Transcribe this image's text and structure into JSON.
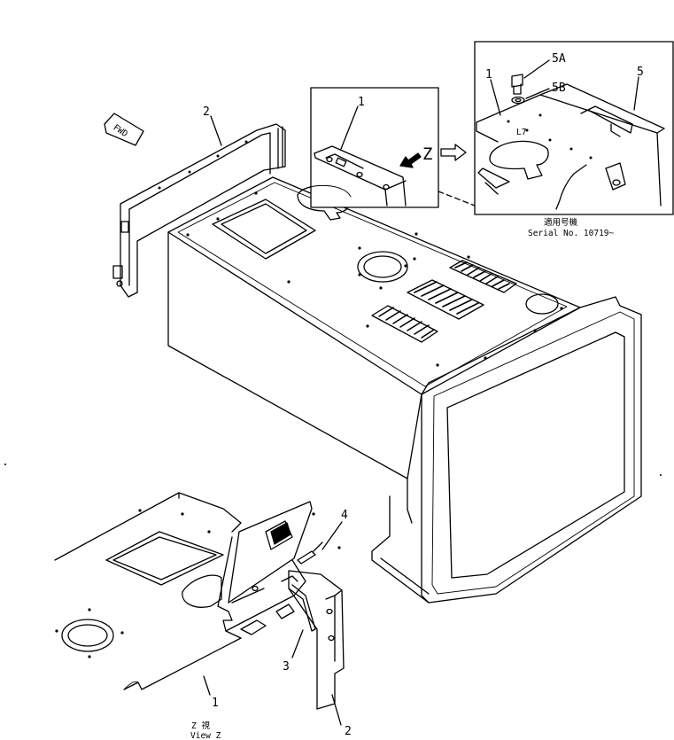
{
  "fwd_label": "FWD",
  "callouts": {
    "c1_top": "1",
    "c2_top": "2",
    "c1_detail": "1",
    "c5": "5",
    "c5a": "5A",
    "c5b": "5B",
    "c1_bottom": "1",
    "c2_bottom": "2",
    "c3": "3",
    "c4": "4"
  },
  "view_marker": "Z",
  "detail": {
    "serial_jp": "適用号機",
    "serial_text": "Serial No. 10719~"
  },
  "caption": {
    "jp": "Z 視",
    "en": "View Z"
  }
}
